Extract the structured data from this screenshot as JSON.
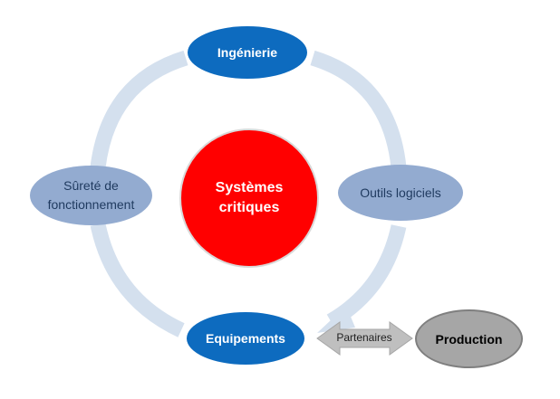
{
  "colors": {
    "ring": "#d4e0ee",
    "dark_blue_fill": "#0d6bbf",
    "dark_blue_border": "#ffffff",
    "light_blue_fill": "#93abd0",
    "red_fill": "#ff0000",
    "red_border": "#d9d9d9",
    "gray_fill": "#a6a6a6",
    "gray_border": "#7f7f7f",
    "arrow_fill": "#bfbfbf",
    "arrow_stroke": "#a6a6a6"
  },
  "nodes": {
    "center": {
      "label_line1": "Systèmes",
      "label_line2": "critiques"
    },
    "top": {
      "label": "Ingénierie"
    },
    "left": {
      "label_line1": "Sûreté de",
      "label_line2": "fonctionnement"
    },
    "right": {
      "label": "Outils logiciels"
    },
    "bottom": {
      "label": "Equipements"
    },
    "production": {
      "label": "Production"
    }
  },
  "link": {
    "label": "Partenaires"
  }
}
